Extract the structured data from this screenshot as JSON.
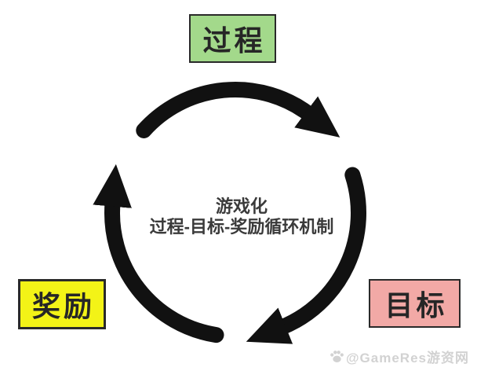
{
  "diagram": {
    "center": {
      "line1": "游戏化",
      "line2": "过程-目标-奖励循环机制"
    },
    "nodes": {
      "process": {
        "label": "过程",
        "color": "#a3d98b"
      },
      "goal": {
        "label": "目标",
        "color": "#f2a9a6"
      },
      "reward": {
        "label": "奖励",
        "color": "#f3f317"
      }
    },
    "arrow_color": "#111111",
    "flow": "过程 → 目标 → 奖励 → 过程"
  },
  "watermark": {
    "icon": "paw-icon",
    "text": "@GameRes游资网"
  }
}
